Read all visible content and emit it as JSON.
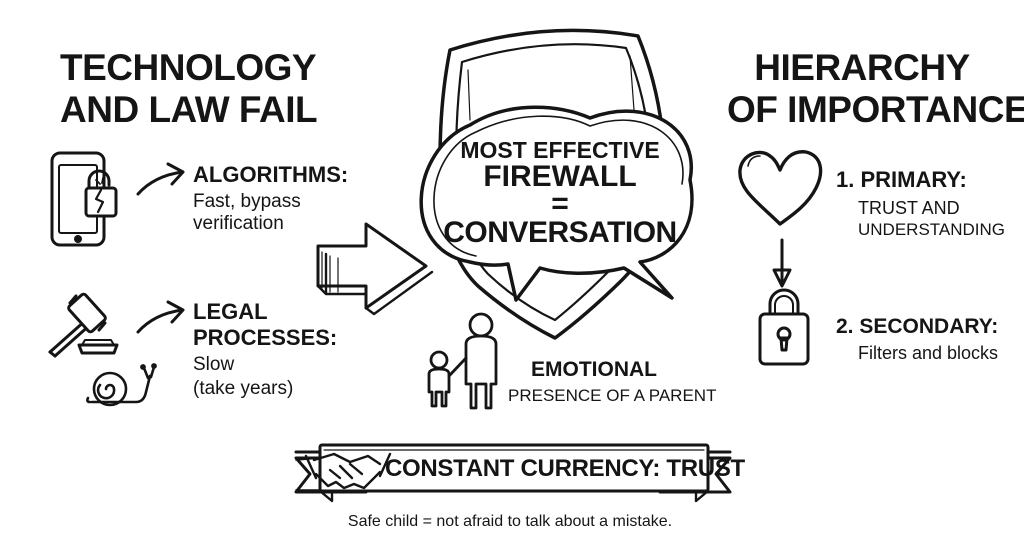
{
  "left": {
    "title_line1": "TECHNOLOGY",
    "title_line2": "AND LAW FAIL",
    "algorithms": {
      "label": "ALGORITHMS:",
      "desc_line1": "Fast, bypass",
      "desc_line2": "verification",
      "icon": "phone-broken-lock-icon"
    },
    "legal": {
      "label_line1": "LEGAL",
      "label_line2": "PROCESSES:",
      "desc_line1": "Slow",
      "desc_line2": "(take years)",
      "icons": [
        "gavel-icon",
        "snail-icon"
      ]
    }
  },
  "center": {
    "line1": "MOST EFFECTIVE",
    "line2": "FIREWALL",
    "line3": "=",
    "line4": "CONVERSATION",
    "icons": [
      "shield-icon",
      "speech-bubble-icon",
      "arrow-right-icon"
    ],
    "presence": {
      "line1": "EMOTIONAL",
      "line2": "PRESENCE OF A PARENT",
      "icon": "parent-child-icon"
    }
  },
  "right": {
    "title_line1": "HIERARCHY",
    "title_line2": "OF IMPORTANCE",
    "primary": {
      "label": "1. PRIMARY:",
      "desc_line1": "TRUST AND",
      "desc_line2": "UNDERSTANDING",
      "icon": "heart-icon"
    },
    "secondary": {
      "label": "2. SECONDARY:",
      "desc": "Filters and blocks",
      "icon": "padlock-icon"
    }
  },
  "footer": {
    "banner": "CONSTANT CURRENCY: TRUST",
    "icon": "handshake-icon",
    "caption": "Safe child = not afraid to talk about a mistake."
  }
}
